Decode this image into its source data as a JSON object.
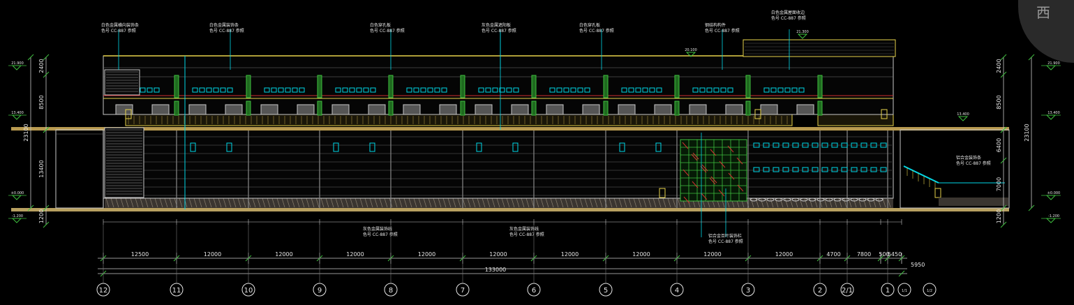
{
  "view_cube": {
    "label": "西"
  },
  "elev_marks": {
    "left": [
      "21.900",
      "13.400",
      "±0.000",
      "-1.200"
    ],
    "right": [
      "21.900",
      "13.400",
      "±0.000",
      "-1.200"
    ],
    "mid": [
      "21.300",
      "20.100",
      "13.400"
    ]
  },
  "vert_dims": {
    "left": [
      "2400",
      "8500",
      "23100",
      "13400",
      "1200"
    ],
    "right": [
      "2400",
      "8500",
      "6400",
      "23100",
      "7000",
      "1200"
    ]
  },
  "spans": {
    "values": [
      "12500",
      "12000",
      "12000",
      "12000",
      "12000",
      "12000",
      "12000",
      "12000",
      "12000",
      "12000",
      "4700",
      "7800",
      "500",
      "5450"
    ],
    "extra": "5950",
    "total": "133000"
  },
  "grid_axes": [
    "12",
    "11",
    "10",
    "9",
    "8",
    "7",
    "6",
    "5",
    "4",
    "3",
    "2",
    "2/1",
    "1"
  ],
  "axis_tags": [
    "1/1",
    "1/2"
  ],
  "callouts": [
    "白色金属横向装饰条",
    "白色金属装饰条",
    "白色穿孔板",
    "灰色金属遮阳板",
    "白色穿孔板",
    "钢结构构件",
    "白色金属屋面收边",
    "灰色金属装饰线",
    "灰色金属装饰线",
    "铝合金百叶装饰栏",
    "铝合金装饰条"
  ],
  "callout_code": "色号 CC-887 参照"
}
